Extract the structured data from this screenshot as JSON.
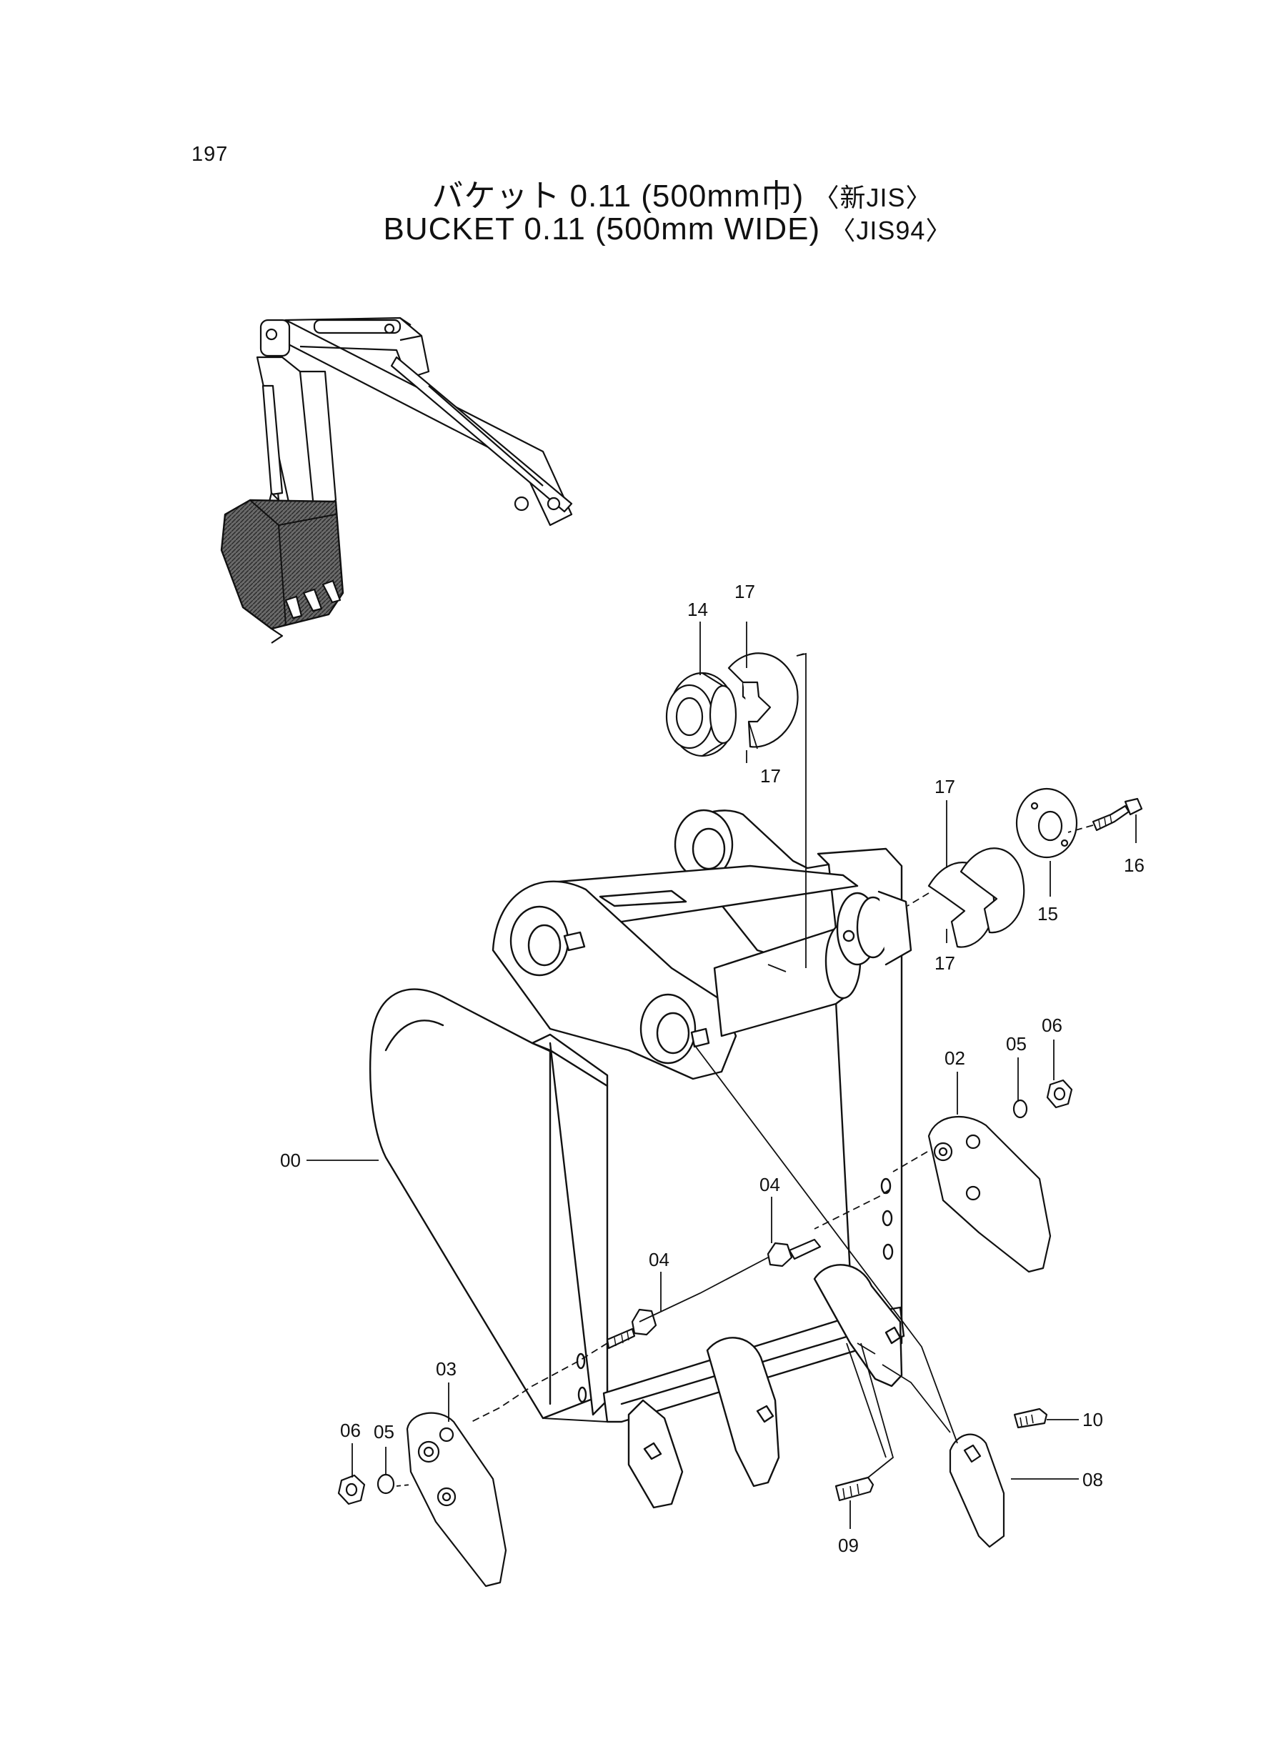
{
  "page_number": "197",
  "title_jp": {
    "main": "バケット 0.11 (500mm巾)",
    "tag": "〈新JIS〉"
  },
  "title_en": {
    "main": "BUCKET 0.11 (500mm WIDE)",
    "tag": "〈JIS94〉"
  },
  "callouts": {
    "c00": "00",
    "c02": "02",
    "c03": "03",
    "c04a": "04",
    "c04b": "04",
    "c05a": "05",
    "c05b": "05",
    "c06a": "06",
    "c06b": "06",
    "c08": "08",
    "c09": "09",
    "c10": "10",
    "c14": "14",
    "c15": "15",
    "c16": "16",
    "c17a": "17",
    "c17b": "17",
    "c17c": "17",
    "c17d": "17"
  },
  "colors": {
    "ink": "#111111",
    "paper": "#ffffff",
    "highlight": "#555555"
  }
}
